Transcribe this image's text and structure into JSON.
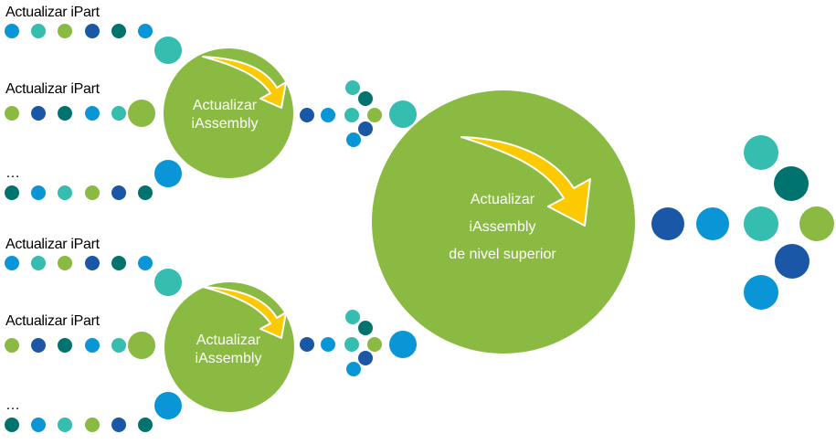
{
  "colors": {
    "blue": "#0a96d6",
    "teal": "#35bdb0",
    "green": "#8aba42",
    "navy": "#1a57a7",
    "darkteal": "#00736e",
    "arrow": "#fdc900"
  },
  "groups": [
    {
      "rows": [
        {
          "label": "Actualizar iPart",
          "dots": [
            "blue",
            "teal",
            "green",
            "navy",
            "darkteal",
            "blue"
          ]
        },
        {
          "label": "Actualizar iPart",
          "dots": [
            "green",
            "navy",
            "darkteal",
            "blue",
            "teal"
          ]
        },
        {
          "label": "…",
          "dots": [
            "darkteal",
            "blue",
            "teal",
            "green",
            "navy",
            "darkteal"
          ]
        }
      ],
      "connector_dots": [
        "teal",
        "green",
        "blue"
      ],
      "assembly": {
        "line1": "Actualizar",
        "line2": "iAssembly"
      },
      "outflow_dots": [
        "navy",
        "blue"
      ],
      "fan_dots": [
        "teal",
        "darkteal",
        "teal",
        "green",
        "navy",
        "blue"
      ],
      "exit_dot": "teal"
    },
    {
      "rows": [
        {
          "label": "Actualizar iPart",
          "dots": [
            "blue",
            "teal",
            "green",
            "navy",
            "darkteal",
            "blue"
          ]
        },
        {
          "label": "Actualizar iPart",
          "dots": [
            "green",
            "navy",
            "darkteal",
            "blue",
            "teal"
          ]
        },
        {
          "label": "…",
          "dots": [
            "darkteal",
            "blue",
            "teal",
            "green",
            "navy",
            "darkteal"
          ]
        }
      ],
      "connector_dots": [
        "teal",
        "green",
        "blue"
      ],
      "assembly": {
        "line1": "Actualizar",
        "line2": "iAssembly"
      },
      "outflow_dots": [
        "navy",
        "blue"
      ],
      "fan_dots": [
        "teal",
        "darkteal",
        "teal",
        "green",
        "navy",
        "blue"
      ],
      "exit_dot": "blue"
    }
  ],
  "top_assembly": {
    "line1": "Actualizar",
    "line2": "iAssembly",
    "line3": "de nivel superior"
  },
  "output": {
    "flow_dots": [
      "navy",
      "blue"
    ],
    "fan_dots": [
      "teal",
      "darkteal",
      "teal",
      "green",
      "navy",
      "blue"
    ]
  }
}
